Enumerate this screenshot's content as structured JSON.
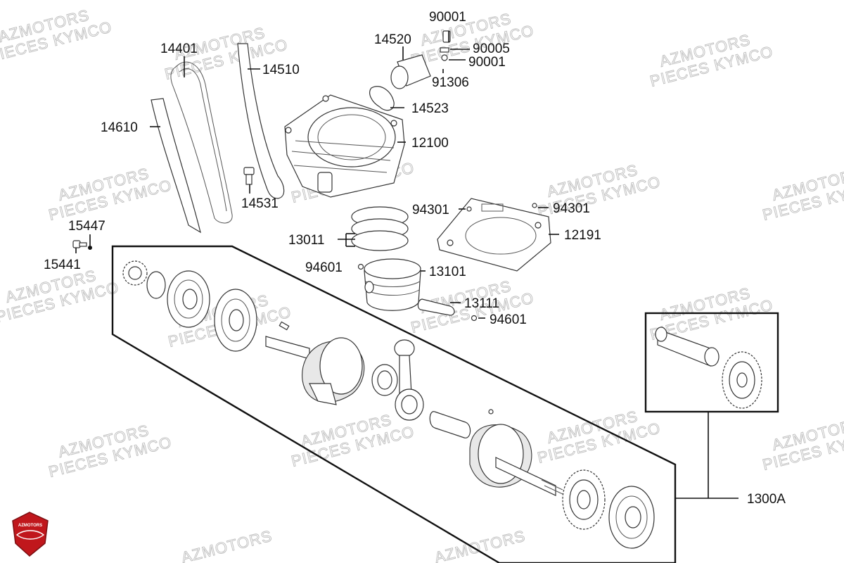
{
  "callouts": {
    "c14401": "14401",
    "c14510": "14510",
    "c14520": "14520",
    "c90001a": "90001",
    "c90005": "90005",
    "c90001b": "90001",
    "c91306": "91306",
    "c14523": "14523",
    "c14610": "14610",
    "c12100": "12100",
    "c14531": "14531",
    "c94301a": "94301",
    "c94301b": "94301",
    "c12191": "12191",
    "c15447": "15447",
    "c15441": "15441",
    "c13011": "13011",
    "c94601a": "94601",
    "c13101": "13101",
    "c13111": "13111",
    "c94601b": "94601",
    "c1300A": "1300A"
  },
  "watermark": {
    "line1": "AZMOTORS",
    "line2": "PIECES KYMCO"
  },
  "logo": {
    "text": "AZMOTORS",
    "color": "#c0171c"
  }
}
